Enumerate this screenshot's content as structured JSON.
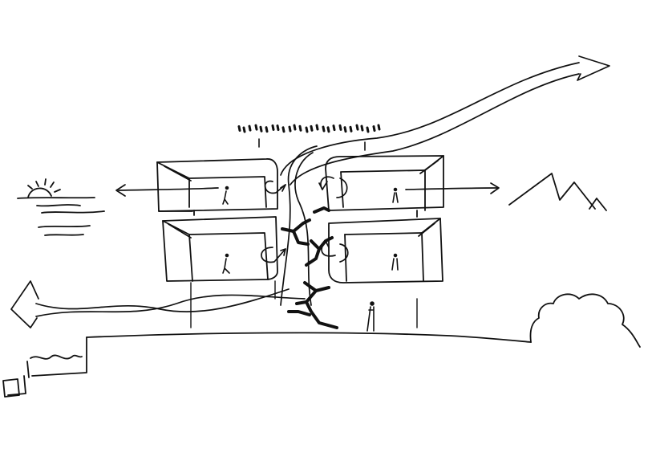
{
  "diagram": {
    "kind": "architectural section sketch",
    "colors": {
      "background": "#ffffff",
      "ink": "#111111"
    },
    "parts": [
      "sunset-over-water-icon",
      "mountains-icon",
      "upper-left-room",
      "lower-left-room",
      "upper-right-room",
      "lower-right-room",
      "central-atrium-stair",
      "airflow-arrows",
      "view-arrows",
      "shade-louvre-roof",
      "ground-line",
      "trees-outline",
      "human-figures"
    ]
  }
}
